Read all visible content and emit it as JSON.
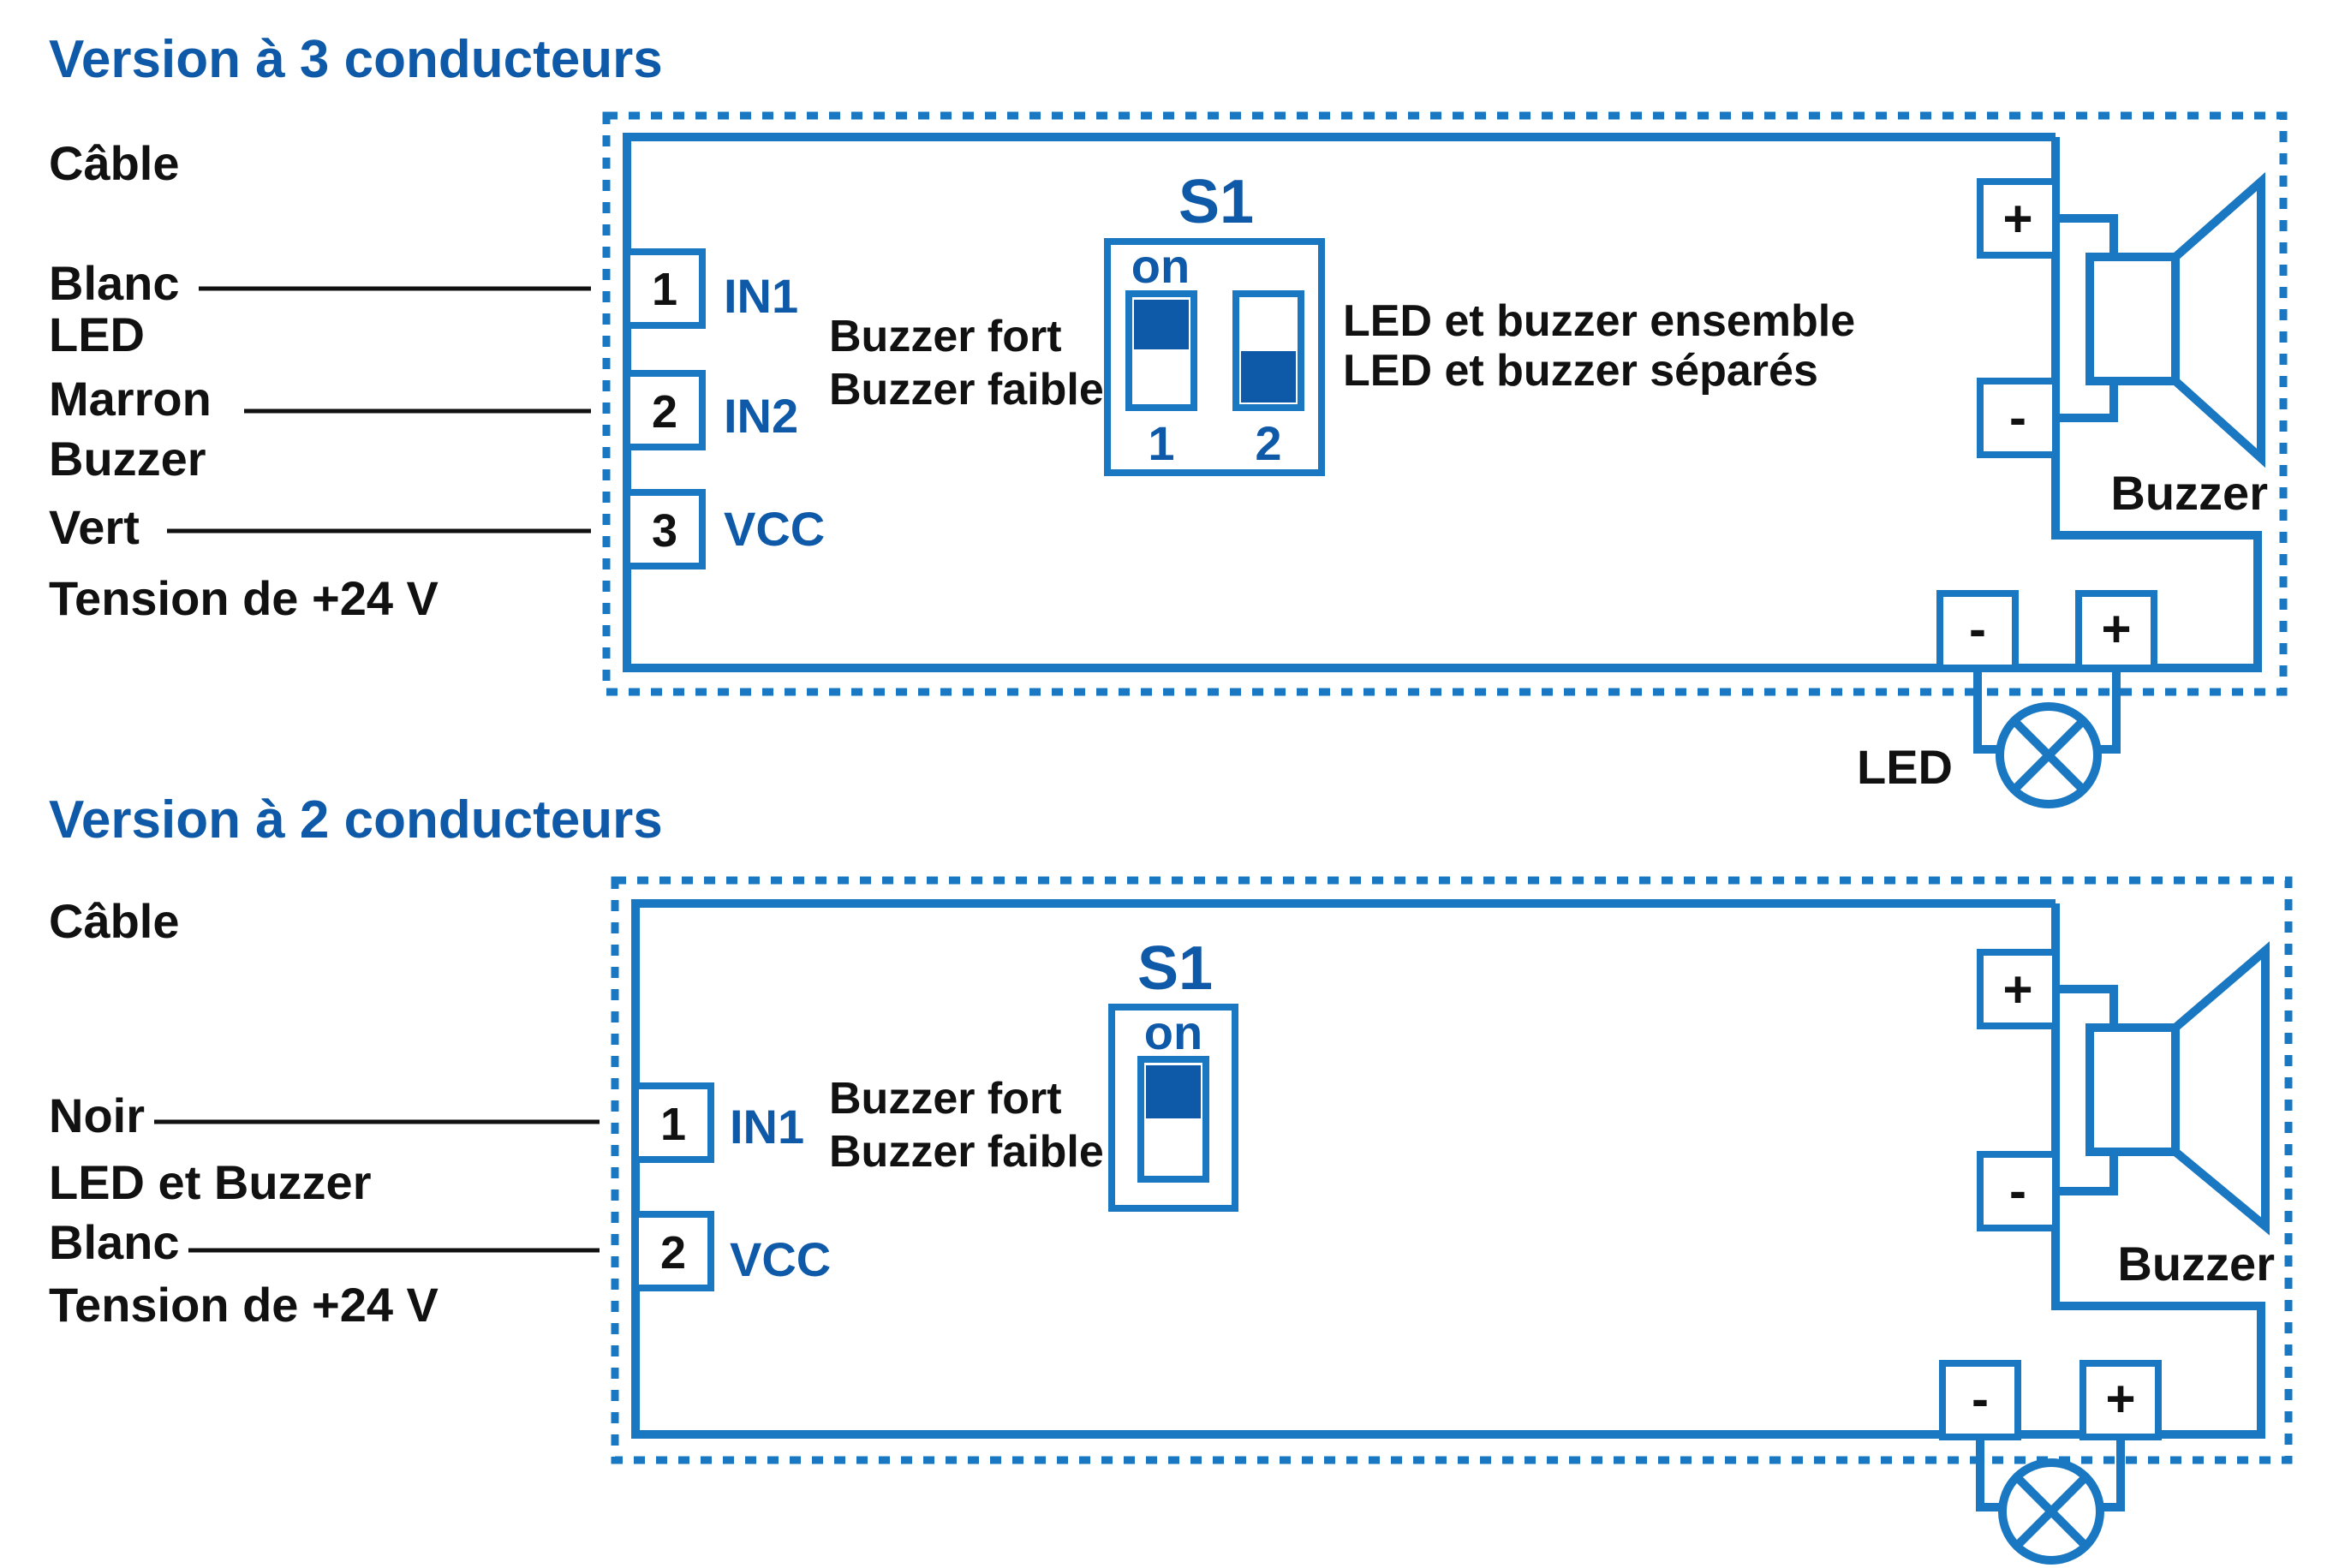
{
  "colors": {
    "accent": "#0f5aa8",
    "line": "#1a78c2",
    "text": "#111111"
  },
  "v3": {
    "title": "Version à 3 conducteurs",
    "cable": "Câble",
    "w1_color": "Blanc",
    "w1_func": "LED",
    "w2_color": "Marron",
    "w2_func": "Buzzer",
    "w3_color": "Vert",
    "w3_func": "Tension de +24 V",
    "pin1": "1",
    "pin2": "2",
    "pin3": "3",
    "in1": "IN1",
    "in2": "IN2",
    "vcc": "VCC",
    "buzzer_fort": "Buzzer fort",
    "buzzer_faible": "Buzzer faible",
    "s1": "S1",
    "on": "on",
    "dip1": "1",
    "dip2": "2",
    "led_buzzer_ensemble": "LED et buzzer ensemble",
    "led_buzzer_separes": "LED et buzzer séparés",
    "plus": "+",
    "minus": "-",
    "buzzer_label": "Buzzer",
    "led_label": "LED"
  },
  "v2": {
    "title": "Version à 2 conducteurs",
    "cable": "Câble",
    "w1_color": "Noir",
    "w1_func": "LED et Buzzer",
    "w2_color": "Blanc",
    "w2_func": "Tension de +24 V",
    "pin1": "1",
    "pin2": "2",
    "in1": "IN1",
    "vcc": "VCC",
    "buzzer_fort": "Buzzer fort",
    "buzzer_faible": "Buzzer faible",
    "s1": "S1",
    "on": "on",
    "plus": "+",
    "minus": "-",
    "buzzer_label": "Buzzer"
  }
}
